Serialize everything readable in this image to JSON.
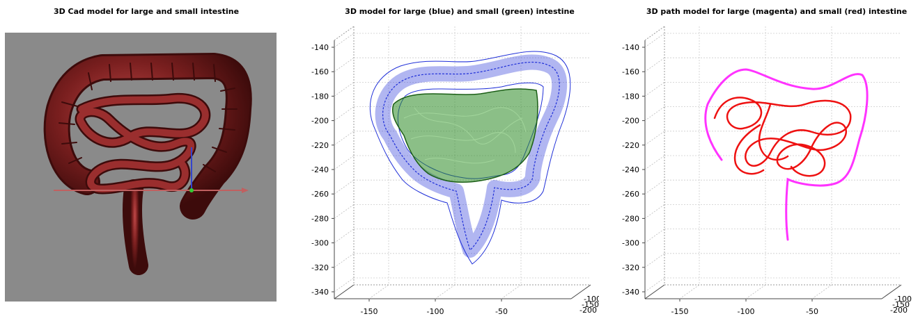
{
  "panels": [
    {
      "title": "3D Cad model for large and small intestine"
    },
    {
      "title": "3D model for large (blue) and small (green) intestine",
      "y_ticks": [
        "-140",
        "-160",
        "-180",
        "-200",
        "-220",
        "-240",
        "-260",
        "-280",
        "-300",
        "-320",
        "-340"
      ],
      "x_ticks": [
        "-150",
        "-100",
        "-50"
      ],
      "z_ticks": [
        "-100",
        "-150",
        "-200"
      ]
    },
    {
      "title": "3D path model for large (magenta) and small (red) intestine",
      "y_ticks": [
        "-140",
        "-160",
        "-180",
        "-200",
        "-220",
        "-240",
        "-260",
        "-280",
        "-300",
        "-320",
        "-340"
      ],
      "x_ticks": [
        "-150",
        "-100",
        "-50"
      ],
      "z_ticks": [
        "-100",
        "-150",
        "-200"
      ]
    }
  ],
  "colors": {
    "cad_background": "#8a8a8a",
    "cad_tissue": "#7a1f1f",
    "large_intestine_mesh": "#1f2fd8",
    "small_intestine_mesh": "#2c8a24",
    "large_intestine_path": "#ff33ff",
    "small_intestine_path": "#ee1111"
  }
}
